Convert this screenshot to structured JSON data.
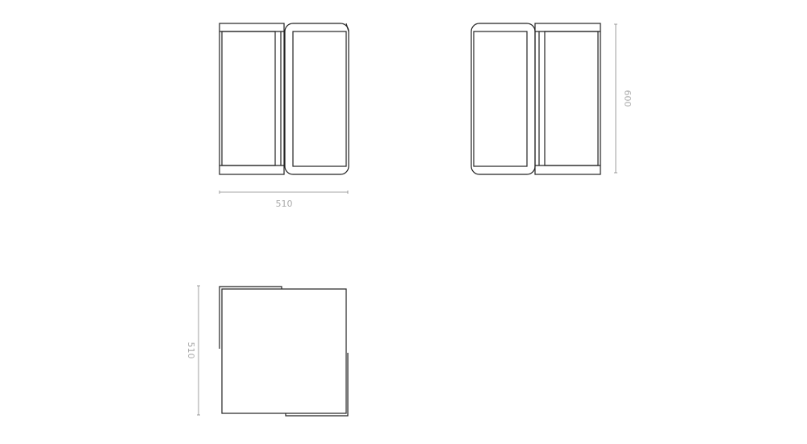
{
  "dimensions": {
    "front_width": "510",
    "side_height": "600",
    "top_depth": "510"
  }
}
